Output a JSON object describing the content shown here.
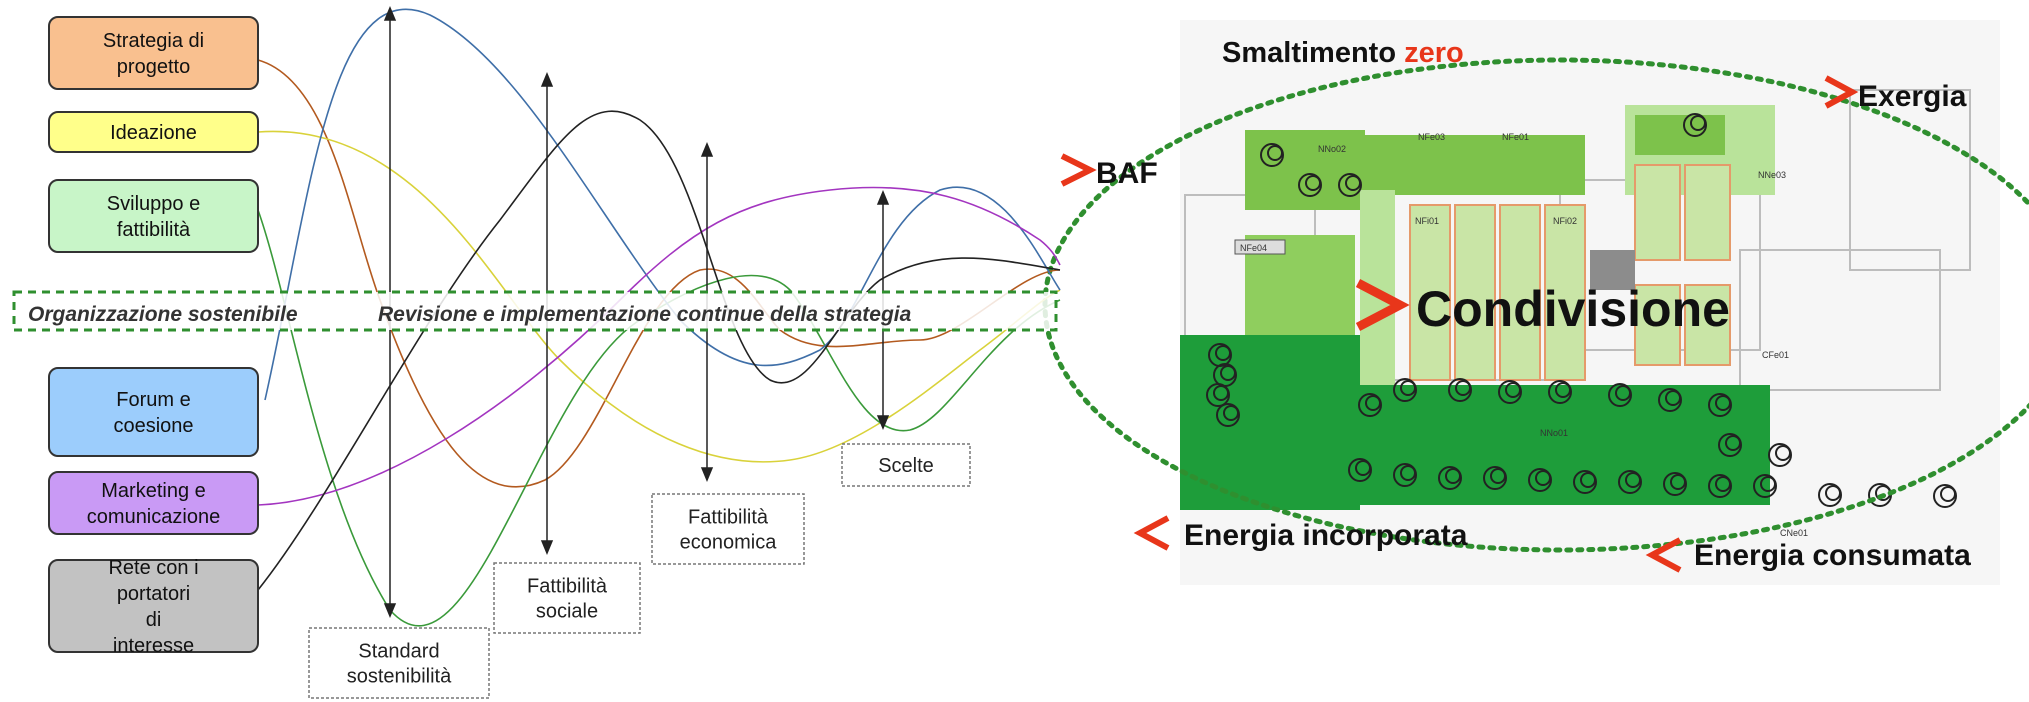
{
  "stages": [
    {
      "label": "Strategia di progetto",
      "fill": "#f9c08f"
    },
    {
      "label": "Ideazione",
      "fill": "#ffff8a"
    },
    {
      "label": "Sviluppo e fattibilità",
      "fill": "#c8f5c8"
    },
    {
      "label": "Forum e coesione",
      "fill": "#9ccdfc"
    },
    {
      "label": "Marketing e comunicazione",
      "fill": "#c99af5"
    },
    {
      "label": "Rete con i portatori di interesse",
      "fill": "#c2c2c2"
    }
  ],
  "band": {
    "left": "Organizzazione sostenibile",
    "right": "Revisione e implementazione continue della strategia"
  },
  "milestones": [
    "Standard sostenibilità",
    "Fattibilità sociale",
    "Fattibilità economica",
    "Scelte"
  ],
  "plan": {
    "smaltimento_prefix": "Smaltimento ",
    "smaltimento_accent": "zero",
    "exergia": "Exergia",
    "baf": "BAF",
    "condivisione": "Condivisione",
    "energia_incorporata": "Energia incorporata",
    "energia_consumata": "Energia consumata",
    "accent_color": "#e8361a",
    "ellipse_color": "#2f8f2f",
    "small_labels": [
      "NNo02",
      "NFe03",
      "NFe01",
      "NNe03",
      "NFe04",
      "NFi01",
      "NFi02",
      "CFe01",
      "NNo01",
      "CNe01"
    ]
  },
  "curve_colors": {
    "strategia": "#b35a1f",
    "ideazione": "#d9d23a",
    "sviluppo": "#3a9a3a",
    "forum": "#3f6fa8",
    "marketing": "#a335c0",
    "rete": "#222222"
  }
}
